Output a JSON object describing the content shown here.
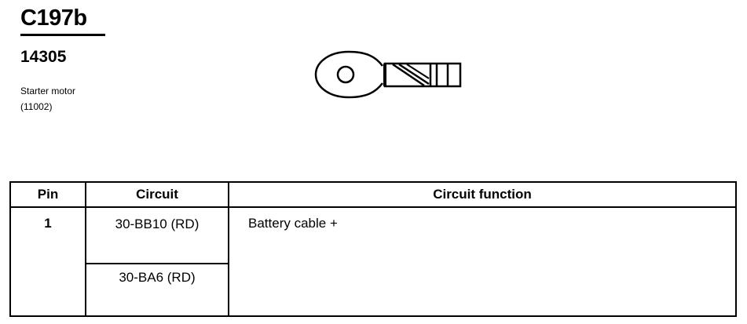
{
  "header": {
    "connector_id": "C197b",
    "part_number": "14305",
    "component_name": "Starter motor",
    "component_code": "(11002)"
  },
  "table": {
    "columns": [
      "Pin",
      "Circuit",
      "Circuit function"
    ],
    "rows": [
      {
        "pin": "1",
        "circuits": [
          "30-BB10 (RD)",
          "30-BA6 (RD)"
        ],
        "function": "Battery cable +"
      }
    ]
  },
  "icons": {
    "terminal": "ring-terminal-icon"
  },
  "colors": {
    "foreground": "#000000",
    "background": "#ffffff"
  }
}
